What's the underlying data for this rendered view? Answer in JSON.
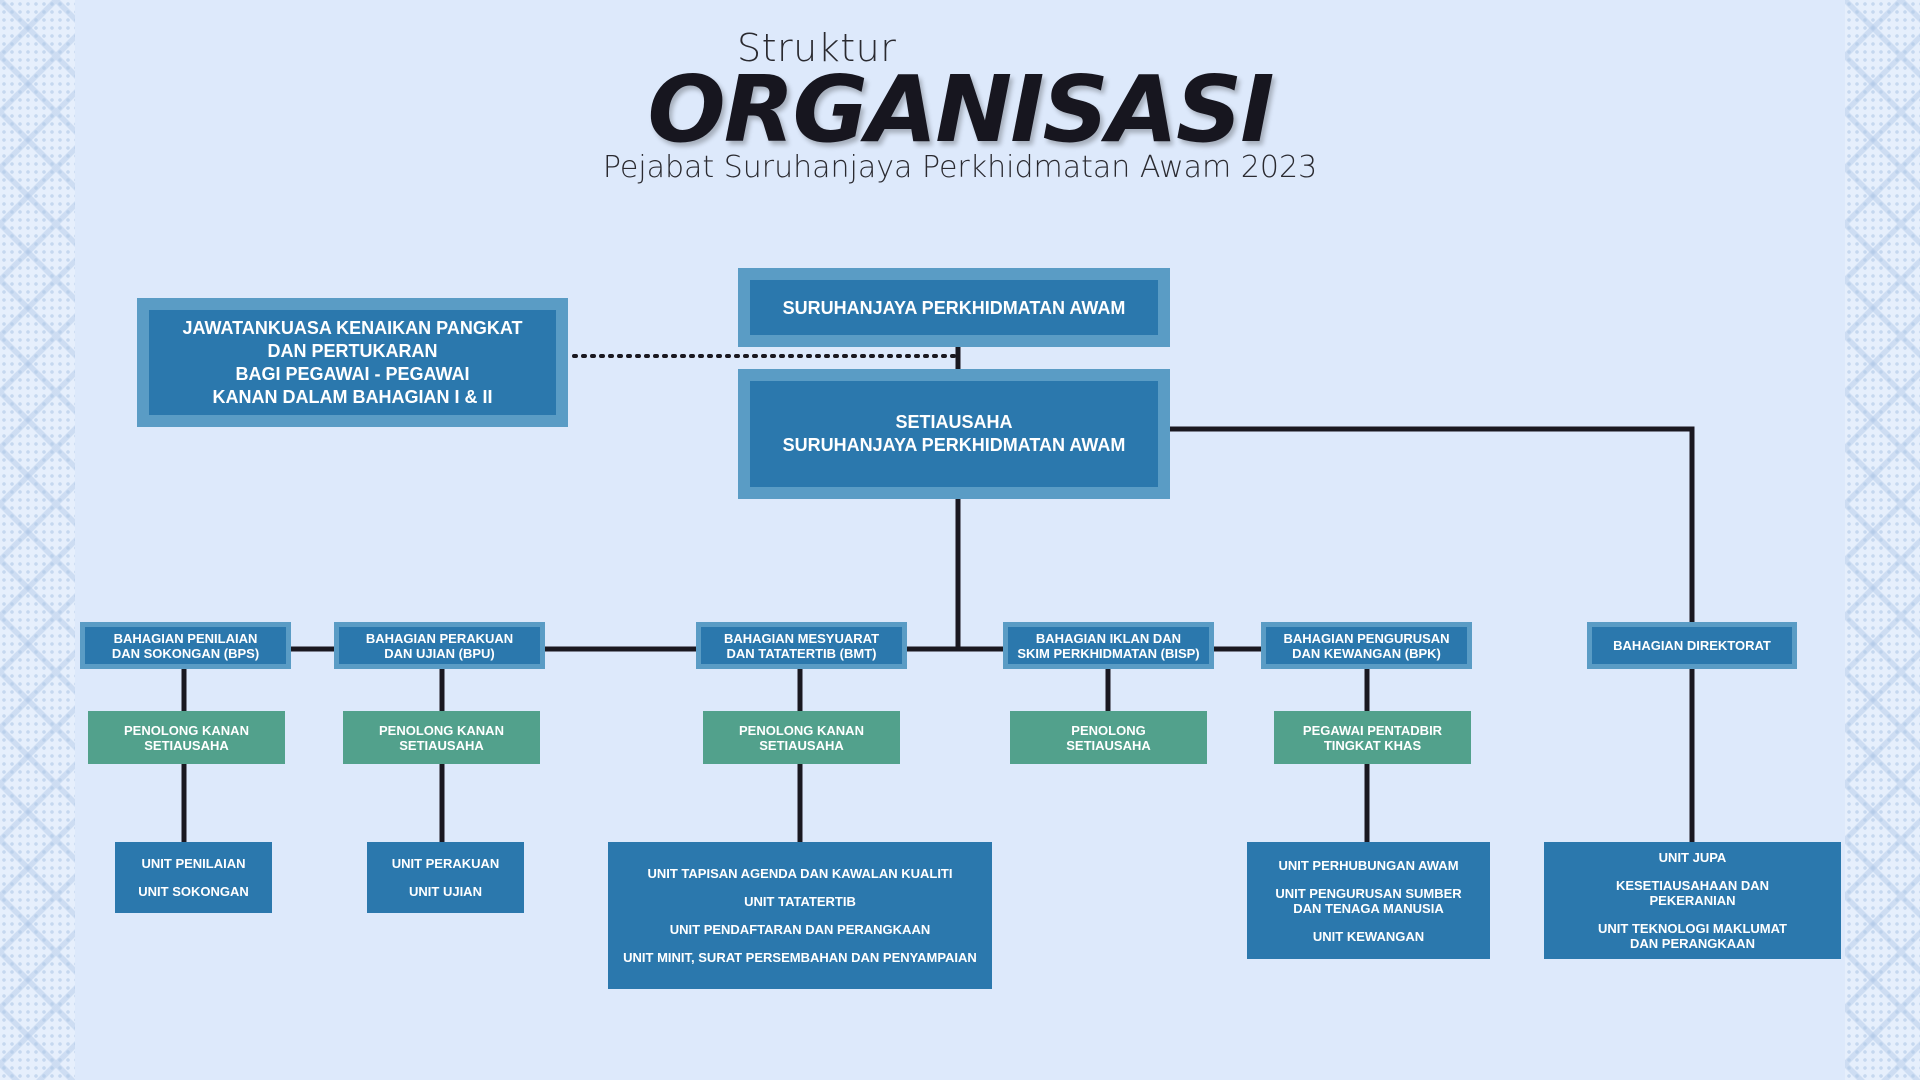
{
  "header": {
    "struktur": "Struktur",
    "organisasi": "ORGANISASI",
    "subtitle": "Pejabat Suruhanjaya Perkhidmatan Awam 2023"
  },
  "top": {
    "spa": "SURUHANJAYA PERKHIDMATAN AWAM",
    "setiausaha_line1": "SETIAUSAHA",
    "setiausaha_line2": "SURUHANJAYA PERKHIDMATAN AWAM",
    "committee": [
      "JAWATANKUASA KENAIKAN PANGKAT",
      "DAN PERTUKARAN",
      "BAGI PEGAWAI - PEGAWAI",
      "KANAN DALAM BAHAGIAN I & II"
    ]
  },
  "divisions": [
    {
      "name": [
        "BAHAGIAN PENILAIAN",
        "DAN SOKONGAN (BPS)"
      ],
      "officer": [
        "PENOLONG KANAN",
        "SETIAUSAHA"
      ],
      "units": [
        "UNIT PENILAIAN",
        "UNIT SOKONGAN"
      ]
    },
    {
      "name": [
        "BAHAGIAN PERAKUAN",
        "DAN UJIAN (BPU)"
      ],
      "officer": [
        "PENOLONG KANAN",
        "SETIAUSAHA"
      ],
      "units": [
        "UNIT PERAKUAN",
        "UNIT UJIAN"
      ]
    },
    {
      "name": [
        "BAHAGIAN MESYUARAT",
        "DAN TATATERTIB (BMT)"
      ],
      "officer": [
        "PENOLONG KANAN",
        "SETIAUSAHA"
      ],
      "units": [
        "UNIT TAPISAN AGENDA DAN KAWALAN KUALITI",
        "UNIT TATATERTIB",
        "UNIT PENDAFTARAN DAN PERANGKAAN",
        "UNIT MINIT, SURAT PERSEMBAHAN DAN PENYAMPAIAN"
      ]
    },
    {
      "name": [
        "BAHAGIAN IKLAN DAN",
        "SKIM PERKHIDMATAN (BISP)"
      ],
      "officer": [
        "PENOLONG",
        "SETIAUSAHA"
      ],
      "units": []
    },
    {
      "name": [
        "BAHAGIAN PENGURUSAN",
        "DAN KEWANGAN (BPK)"
      ],
      "officer": [
        "PEGAWAI PENTADBIR",
        "TINGKAT KHAS"
      ],
      "units": [
        "UNIT PERHUBUNGAN AWAM",
        "UNIT PENGURUSAN SUMBER DAN TENAGA MANUSIA",
        "UNIT KEWANGAN"
      ]
    },
    {
      "name": [
        "BAHAGIAN DIREKTORAT"
      ],
      "officer": [],
      "units": [
        "UNIT JUPA",
        "KESETIAUSAHAAN DAN PEKERANIAN",
        "UNIT TEKNOLOGI MAKLUMAT DAN PERANGKAAN"
      ]
    }
  ],
  "colors": {
    "background": "#dde9fb",
    "box_blue": "#2b78ad",
    "box_frame": "#5a9cc5",
    "officer_green": "#52a18c",
    "connector": "#1a1820"
  }
}
